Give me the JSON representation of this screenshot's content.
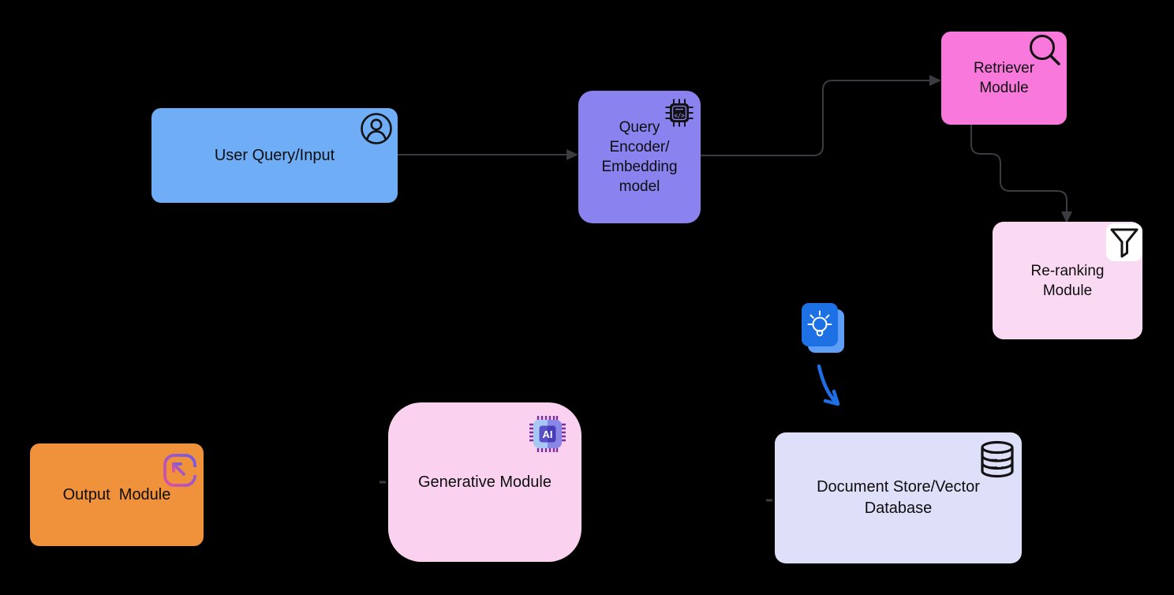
{
  "diagram": {
    "title": "RAG pipeline diagram",
    "background": "#000000",
    "connector_color": "#3B3B41",
    "accent_blue": "#1E6FE3",
    "nodes": {
      "user_query": {
        "label": "User Query/Input",
        "bg": "#6FAEF7",
        "icon": "person-icon"
      },
      "query_encoder": {
        "label": "Query\nEncoder/\nEmbedding\nmodel",
        "bg": "#8A82EE",
        "icon": "chip-code-icon"
      },
      "retriever": {
        "label": "Retriever\nModule",
        "bg": "#F879DB",
        "icon": "search-icon"
      },
      "reranking": {
        "label": "Re-ranking\nModule",
        "bg": "#FAD9F3",
        "icon": "funnel-icon"
      },
      "doc_store": {
        "label": "Document Store/Vector\nDatabase",
        "bg": "#DEDFF8",
        "icon": "database-icon"
      },
      "generative": {
        "label": "Generative Module",
        "bg": "#FAD2EF",
        "icon": "ai-chip-icon"
      },
      "output": {
        "label": "Output  Module",
        "bg": "#F0913C",
        "icon": "arrow-up-left-icon"
      }
    },
    "idea_badge": {
      "icon": "lightbulb-icon",
      "bg": "#1D71E4",
      "shadow": "#5E9EF6"
    },
    "edges": [
      {
        "from": "user_query",
        "to": "query_encoder"
      },
      {
        "from": "query_encoder",
        "to": "retriever"
      },
      {
        "from": "retriever",
        "to": "reranking"
      },
      {
        "from": "idea_badge",
        "to": "doc_store"
      }
    ]
  }
}
